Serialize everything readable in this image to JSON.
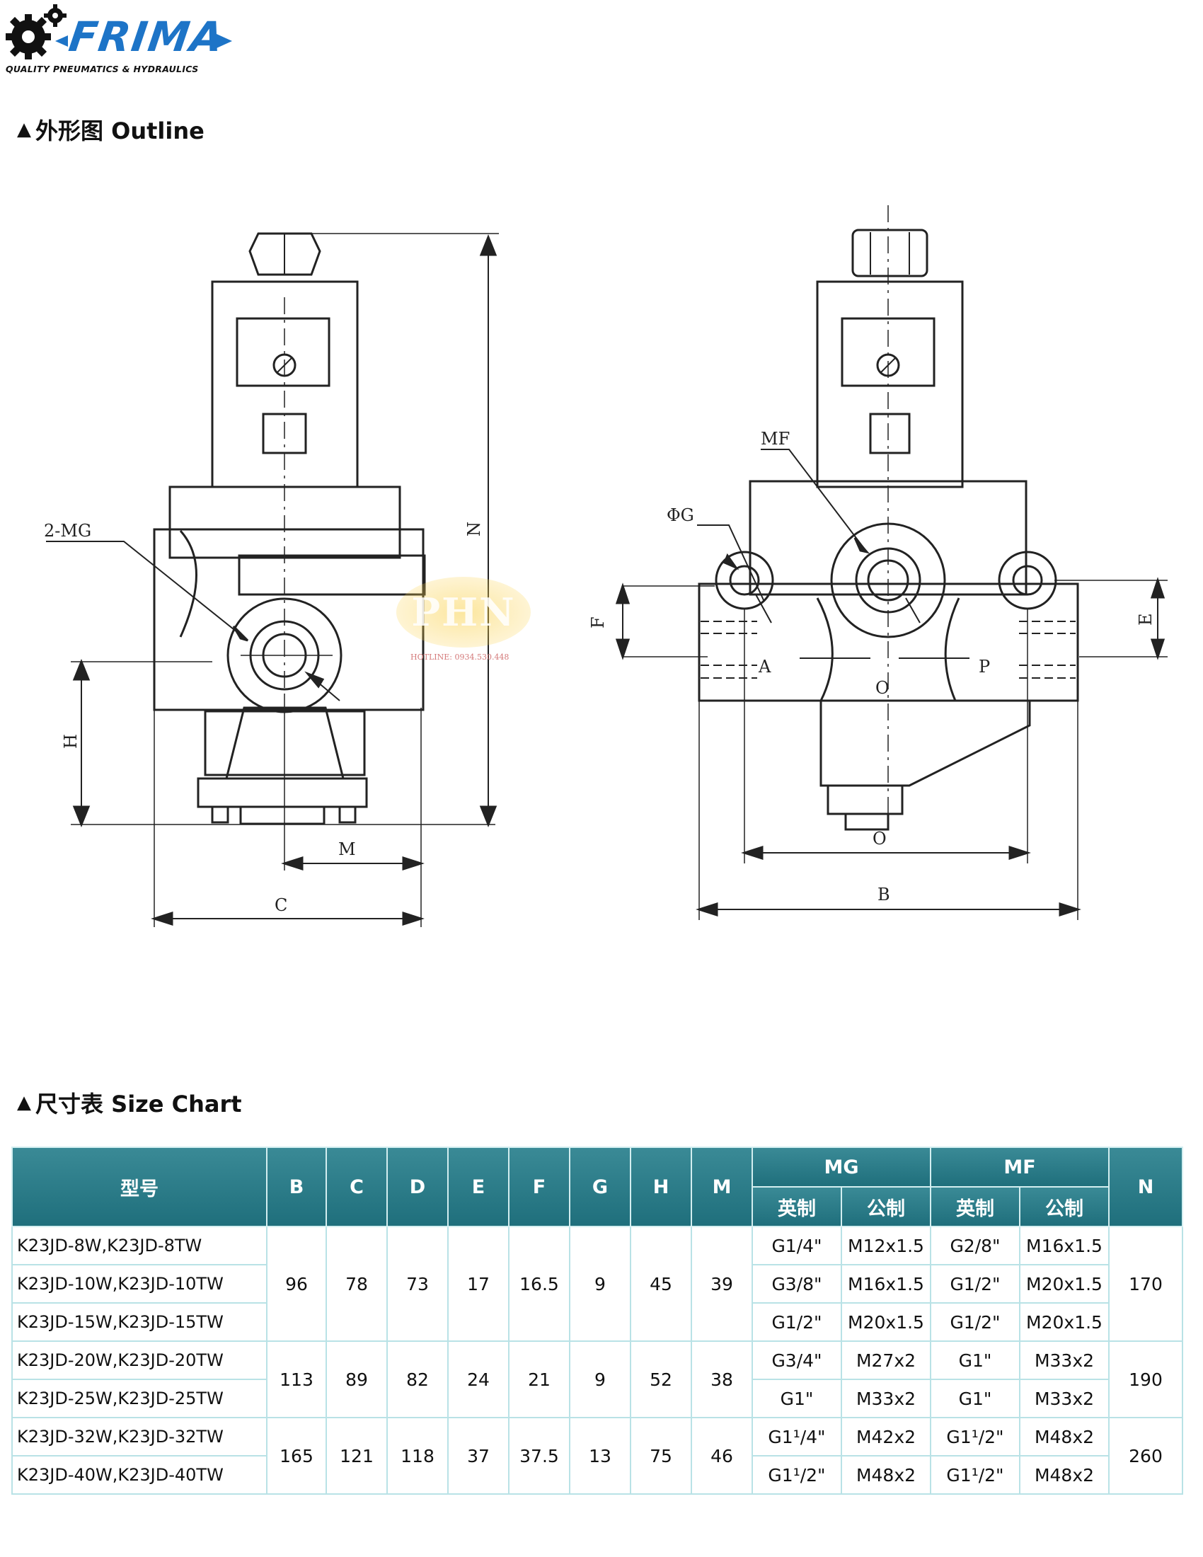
{
  "logo": {
    "word": "FRIMA",
    "tagline": "QUALITY PNEUMATICS & HYDRAULICS"
  },
  "outline": {
    "heading": "外形图 Outline",
    "labels": {
      "mg_port": "2-MG",
      "n": "N",
      "h": "H",
      "m": "M",
      "c": "C",
      "mf": "MF",
      "phi_g": "ΦG",
      "f": "F",
      "e": "E",
      "a": "A",
      "o_port": "O",
      "p": "P",
      "o_dim": "O",
      "b": "B"
    }
  },
  "watermark": {
    "logo": "PHN",
    "hotline": "HOTLINE: 0934.530.448"
  },
  "size_chart": {
    "heading": "尺寸表 Size Chart",
    "headers": {
      "model": "型号",
      "b": "B",
      "c": "C",
      "d": "D",
      "e": "E",
      "f": "F",
      "g": "G",
      "h": "H",
      "m": "M",
      "mg": "MG",
      "mf": "MF",
      "n": "N",
      "mg_imperial": "英制",
      "mg_metric": "公制",
      "mf_imperial": "英制",
      "mf_metric": "公制"
    },
    "groups": [
      {
        "b": "96",
        "c": "78",
        "d": "73",
        "e": "17",
        "f": "16.5",
        "g": "9",
        "h": "45",
        "m": "39",
        "n": "170",
        "rows": [
          {
            "model": "K23JD-8W,K23JD-8TW",
            "mg_imperial": "G1/4\"",
            "mg_metric": "M12x1.5",
            "mf_imperial": "G2/8\"",
            "mf_metric": "M16x1.5"
          },
          {
            "model": "K23JD-10W,K23JD-10TW",
            "mg_imperial": "G3/8\"",
            "mg_metric": "M16x1.5",
            "mf_imperial": "G1/2\"",
            "mf_metric": "M20x1.5"
          },
          {
            "model": "K23JD-15W,K23JD-15TW",
            "mg_imperial": "G1/2\"",
            "mg_metric": "M20x1.5",
            "mf_imperial": "G1/2\"",
            "mf_metric": "M20x1.5"
          }
        ]
      },
      {
        "b": "113",
        "c": "89",
        "d": "82",
        "e": "24",
        "f": "21",
        "g": "9",
        "h": "52",
        "m": "38",
        "n": "190",
        "rows": [
          {
            "model": "K23JD-20W,K23JD-20TW",
            "mg_imperial": "G3/4\"",
            "mg_metric": "M27x2",
            "mf_imperial": "G1\"",
            "mf_metric": "M33x2"
          },
          {
            "model": "K23JD-25W,K23JD-25TW",
            "mg_imperial": "G1\"",
            "mg_metric": "M33x2",
            "mf_imperial": "G1\"",
            "mf_metric": "M33x2"
          }
        ]
      },
      {
        "b": "165",
        "c": "121",
        "d": "118",
        "e": "37",
        "f": "37.5",
        "g": "13",
        "h": "75",
        "m": "46",
        "n": "260",
        "rows": [
          {
            "model": "K23JD-32W,K23JD-32TW",
            "mg_imperial": "G1¹/4\"",
            "mg_metric": "M42x2",
            "mf_imperial": "G1¹/2\"",
            "mf_metric": "M48x2"
          },
          {
            "model": "K23JD-40W,K23JD-40TW",
            "mg_imperial": "G1¹/2\"",
            "mg_metric": "M48x2",
            "mf_imperial": "G1¹/2\"",
            "mf_metric": "M48x2"
          }
        ]
      }
    ]
  },
  "colors": {
    "header_teal": "#1f6f7c",
    "border": "#b9e2e6",
    "logo_blue": "#1d74c7"
  }
}
